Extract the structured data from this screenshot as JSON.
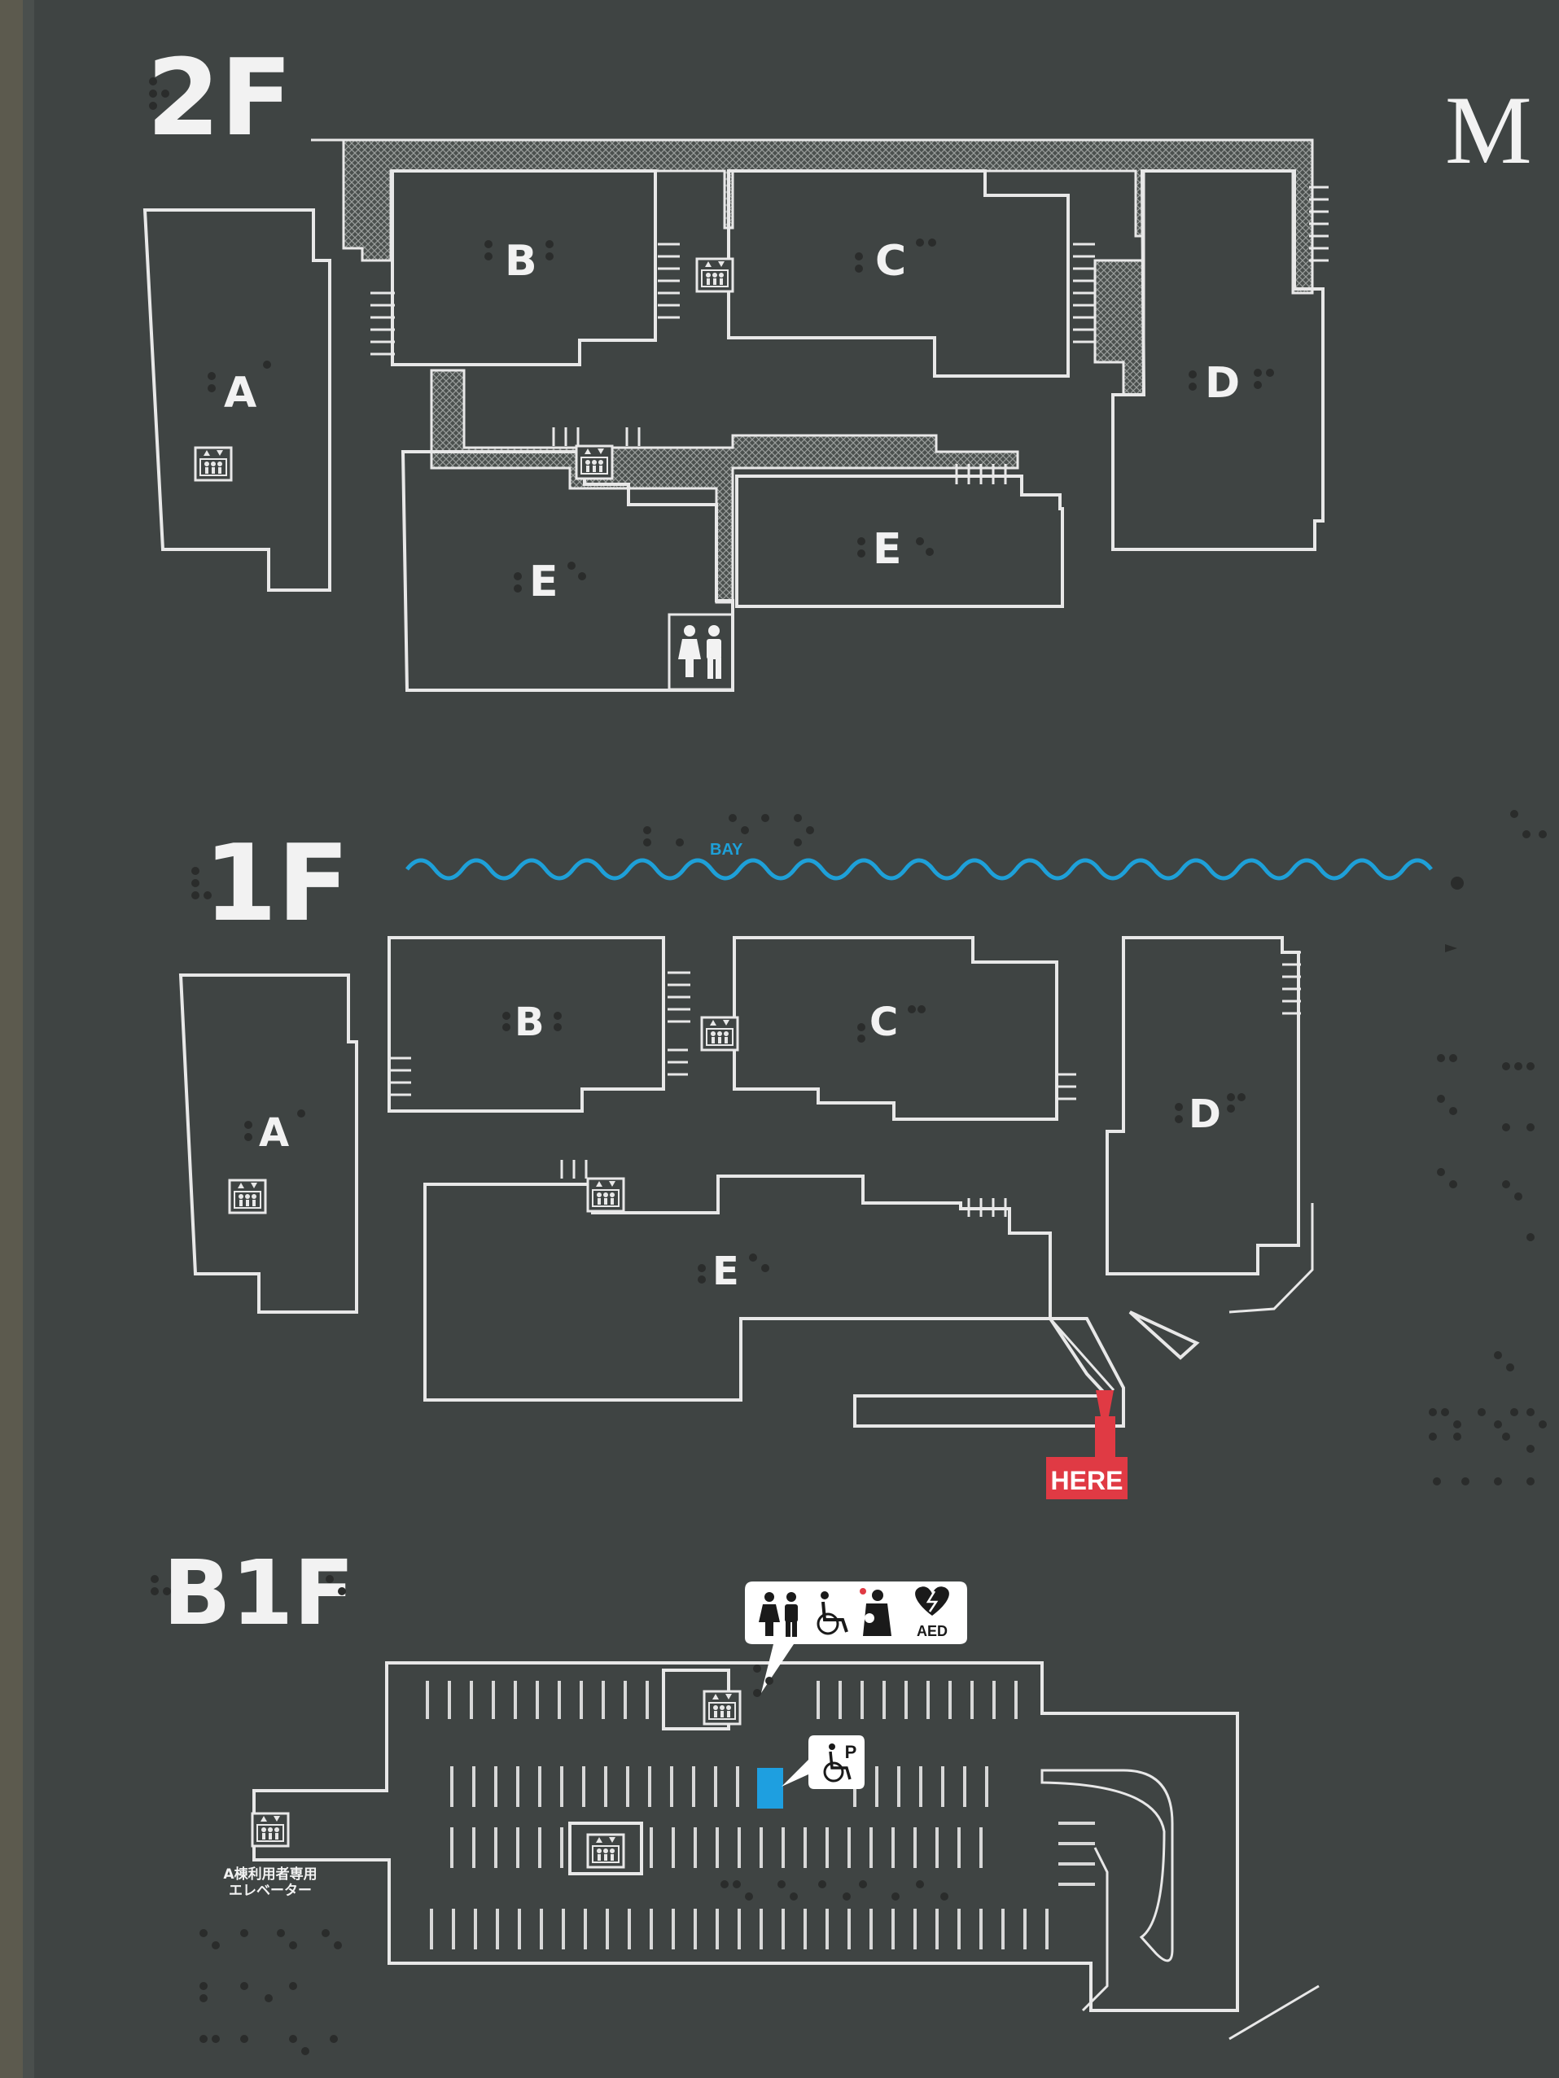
{
  "floors": {
    "f2": {
      "label": "2F"
    },
    "f1": {
      "label": "1F"
    },
    "b1": {
      "label": "B1F"
    }
  },
  "corner_letter": "M",
  "buildings": {
    "f2": [
      "A",
      "B",
      "C",
      "D",
      "E",
      "E"
    ],
    "f1": [
      "A",
      "B",
      "C",
      "D",
      "E"
    ]
  },
  "bay_label": "BAY",
  "here_label": "HERE",
  "aed_label": "AED",
  "parking_sign": "P",
  "elevator_note_line1": "A棟利用者専用",
  "elevator_note_line2": "エレベーター",
  "colors": {
    "board": "#3f4443",
    "line": "#e8e8e8",
    "bay_wave": "#1ea0d8",
    "here_marker": "#e03a44",
    "accessible_space": "#1e9fe0"
  },
  "icons": [
    "elevator-icon",
    "restroom-icon",
    "wheelchair-icon",
    "baby-care-icon",
    "aed-icon",
    "here-marker-icon"
  ]
}
